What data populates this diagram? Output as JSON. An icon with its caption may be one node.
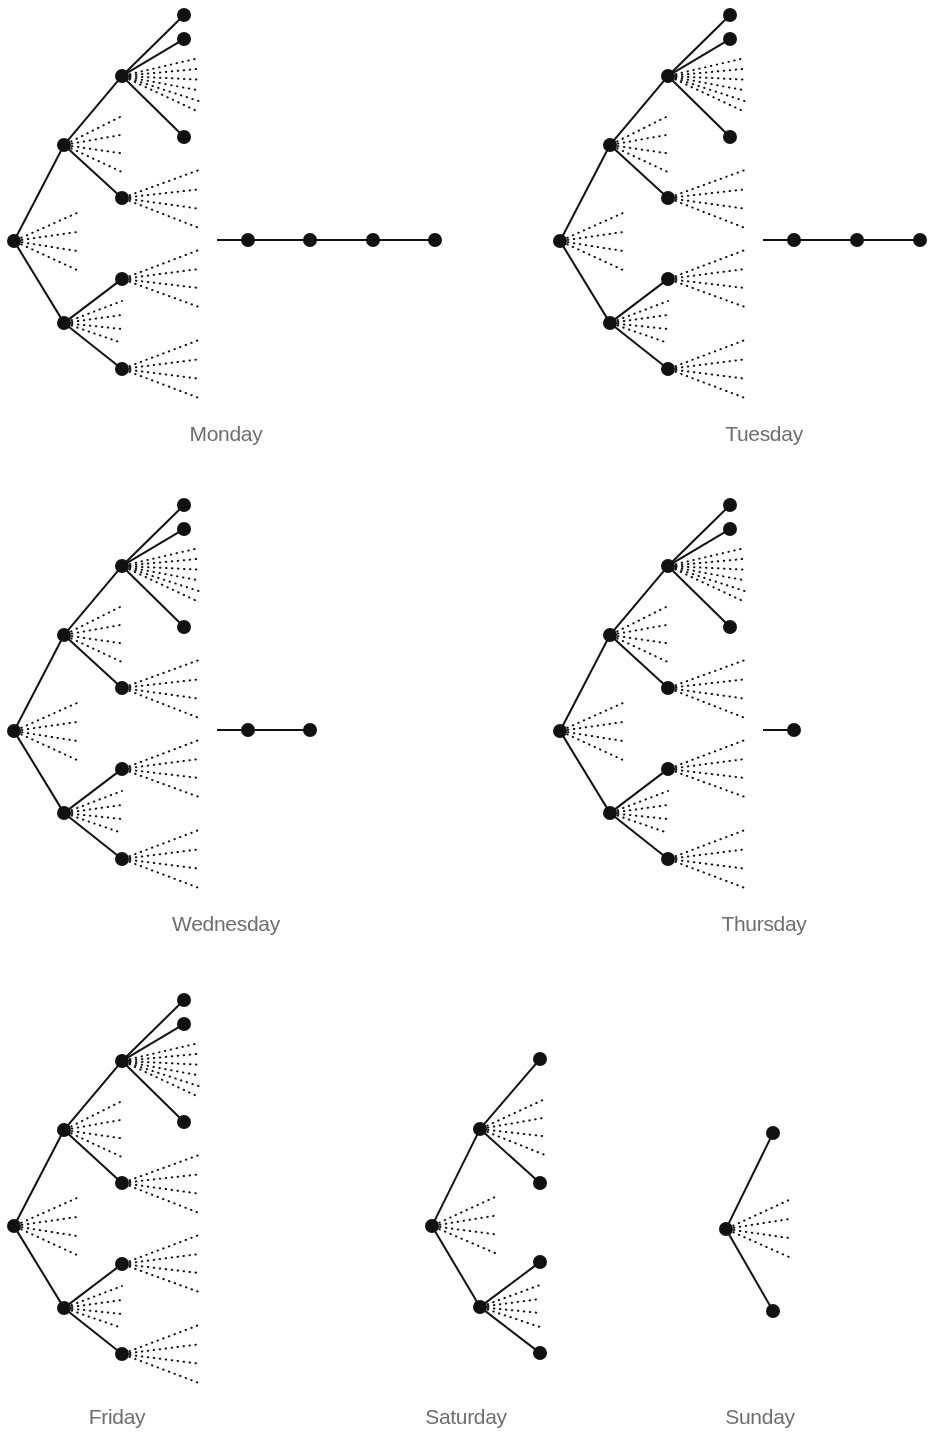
{
  "diagram": {
    "nodes": [
      {
        "text": [],
        "shape": "circle"
      },
      {
        "text": [],
        "shape": "circle"
      },
      {
        "text": [],
        "shape": "circle"
      },
      {
        "text": [],
        "shape": "circle"
      },
      {
        "text": [],
        "shape": "circle"
      },
      {
        "text": [],
        "shape": "circle"
      },
      {
        "text": [],
        "shape": "circle"
      },
      {
        "text": [],
        "shape": "circle"
      },
      {
        "text": [],
        "shape": "circle"
      },
      {
        "text": [],
        "shape": "circle"
      },
      {
        "text": [],
        "shape": "circle"
      },
      {
        "text": [],
        "shape": "circle"
      },
      {
        "text": [],
        "shape": "circle"
      },
      {
        "text": [],
        "shape": "circle"
      },
      {
        "text": [],
        "shape": "circle"
      },
      {
        "text": [],
        "shape": "circle"
      },
      {
        "text": [],
        "shape": "circle"
      },
      {
        "text": [],
        "shape": "circle"
      },
      {
        "text": [],
        "shape": "circle"
      },
      {
        "text": [],
        "shape": "circle"
      },
      {
        "text": [],
        "shape": "circle"
      },
      {
        "text": [],
        "shape": "circle"
      },
      {
        "text": [],
        "shape": "circle"
      },
      {
        "text": [],
        "shape": "circle"
      },
      {
        "text": [],
        "shape": "circle"
      },
      {
        "text": [],
        "shape": "circle"
      },
      {
        "text": [],
        "shape": "circle"
      },
      {
        "text": [],
        "shape": "circle"
      },
      {
        "text": [],
        "shape": "circle"
      },
      {
        "text": [],
        "shape": "circle"
      },
      {
        "text": [],
        "shape": "circle"
      },
      {
        "text": [],
        "shape": "circle"
      },
      {
        "text": [],
        "shape": "circle"
      },
      {
        "text": [],
        "shape": "circle"
      },
      {
        "text": [],
        "shape": "circle"
      },
      {
        "text": [],
        "shape": "circle"
      },
      {
        "text": [],
        "shape": "circle"
      },
      {
        "text": [],
        "shape": "circle"
      },
      {
        "text": [],
        "shape": "circle"
      },
      {
        "text": [],
        "shape": "circle"
      },
      {
        "text": [],
        "shape": "circle"
      },
      {
        "text": [],
        "shape": "circle"
      },
      {
        "text": [],
        "shape": "circle"
      },
      {
        "text": [],
        "shape": "circle"
      },
      {
        "text": [],
        "shape": "circle"
      },
      {
        "text": [],
        "shape": "circle"
      },
      {
        "text": [],
        "shape": "circle"
      },
      {
        "text": [],
        "shape": "circle"
      },
      {
        "text": [],
        "shape": "circle"
      },
      {
        "text": [],
        "shape": "circle"
      },
      {
        "text": [],
        "shape": "circle"
      },
      {
        "text": [],
        "shape": "circle"
      },
      {
        "text": [],
        "shape": "circle"
      },
      {
        "text": [],
        "shape": "circle"
      },
      {
        "text": [],
        "shape": "circle"
      },
      {
        "text": [],
        "shape": "circle"
      },
      {
        "text": [],
        "shape": "circle"
      },
      {
        "text": [],
        "shape": "circle"
      },
      {
        "text": [],
        "shape": "circle"
      },
      {
        "text": [],
        "shape": "circle"
      },
      {
        "text": [],
        "shape": "circle"
      },
      {
        "text": [],
        "shape": "circle"
      },
      {
        "text": [],
        "shape": "circle"
      },
      {
        "text": [],
        "shape": "circle"
      },
      {
        "text": [],
        "shape": "circle"
      },
      {
        "text": [],
        "shape": "circle"
      },
      {
        "text": [],
        "shape": "circle"
      },
      {
        "text": [],
        "shape": "circle"
      },
      {
        "text": [],
        "shape": "circle"
      },
      {
        "text": [],
        "shape": "circle"
      }
    ],
    "edges": [
      {
        "from": 0,
        "to": 1,
        "arrow": "none"
      },
      {
        "from": 1,
        "to": 2,
        "arrow": "none"
      },
      {
        "from": 2,
        "to": 3,
        "arrow": "none"
      },
      {
        "from": 2,
        "to": 4,
        "arrow": "none"
      },
      {
        "from": 2,
        "to": 5,
        "arrow": "none"
      },
      {
        "from": 1,
        "to": 6,
        "arrow": "none"
      },
      {
        "from": 0,
        "to": 7,
        "arrow": "none"
      },
      {
        "from": 7,
        "to": 8,
        "arrow": "none"
      },
      {
        "from": 7,
        "to": 9,
        "arrow": "none"
      },
      {
        "from": null,
        "to": 10,
        "arrow": "none"
      },
      {
        "from": 10,
        "to": 11,
        "arrow": "none"
      },
      {
        "from": 11,
        "to": 12,
        "arrow": "none"
      },
      {
        "from": 12,
        "to": 13,
        "arrow": "none"
      },
      {
        "from": 14,
        "to": 15,
        "arrow": "none"
      },
      {
        "from": 15,
        "to": 16,
        "arrow": "none"
      },
      {
        "from": 16,
        "to": 17,
        "arrow": "none"
      },
      {
        "from": 16,
        "to": 18,
        "arrow": "none"
      },
      {
        "from": 16,
        "to": 19,
        "arrow": "none"
      },
      {
        "from": 15,
        "to": 20,
        "arrow": "none"
      },
      {
        "from": 14,
        "to": 21,
        "arrow": "none"
      },
      {
        "from": 21,
        "to": 22,
        "arrow": "none"
      },
      {
        "from": 21,
        "to": 23,
        "arrow": "none"
      },
      {
        "from": null,
        "to": 24,
        "arrow": "none"
      },
      {
        "from": 24,
        "to": 25,
        "arrow": "none"
      },
      {
        "from": 25,
        "to": 26,
        "arrow": "none"
      },
      {
        "from": 27,
        "to": 28,
        "arrow": "none"
      },
      {
        "from": 28,
        "to": 29,
        "arrow": "none"
      },
      {
        "from": 29,
        "to": 30,
        "arrow": "none"
      },
      {
        "from": 29,
        "to": 31,
        "arrow": "none"
      },
      {
        "from": 29,
        "to": 32,
        "arrow": "none"
      },
      {
        "from": 28,
        "to": 33,
        "arrow": "none"
      },
      {
        "from": 27,
        "to": 34,
        "arrow": "none"
      },
      {
        "from": 34,
        "to": 35,
        "arrow": "none"
      },
      {
        "from": 34,
        "to": 36,
        "arrow": "none"
      },
      {
        "from": null,
        "to": 37,
        "arrow": "none"
      },
      {
        "from": 37,
        "to": 38,
        "arrow": "none"
      },
      {
        "from": 39,
        "to": 40,
        "arrow": "none"
      },
      {
        "from": 40,
        "to": 41,
        "arrow": "none"
      },
      {
        "from": 41,
        "to": 42,
        "arrow": "none"
      },
      {
        "from": 41,
        "to": 43,
        "arrow": "none"
      },
      {
        "from": 41,
        "to": 44,
        "arrow": "none"
      },
      {
        "from": 40,
        "to": 45,
        "arrow": "none"
      },
      {
        "from": 39,
        "to": 46,
        "arrow": "none"
      },
      {
        "from": 46,
        "to": 47,
        "arrow": "none"
      },
      {
        "from": 46,
        "to": 48,
        "arrow": "none"
      },
      {
        "from": null,
        "to": 49,
        "arrow": "none"
      },
      {
        "from": 50,
        "to": 51,
        "arrow": "none"
      },
      {
        "from": 51,
        "to": 52,
        "arrow": "none"
      },
      {
        "from": 52,
        "to": 53,
        "arrow": "none"
      },
      {
        "from": 52,
        "to": 54,
        "arrow": "none"
      },
      {
        "from": 52,
        "to": 55,
        "arrow": "none"
      },
      {
        "from": 51,
        "to": 56,
        "arrow": "none"
      },
      {
        "from": 50,
        "to": 57,
        "arrow": "none"
      },
      {
        "from": 57,
        "to": 58,
        "arrow": "none"
      },
      {
        "from": 57,
        "to": 59,
        "arrow": "none"
      },
      {
        "from": 60,
        "to": 61,
        "arrow": "none"
      },
      {
        "from": 61,
        "to": 62,
        "arrow": "none"
      },
      {
        "from": 61,
        "to": 63,
        "arrow": "none"
      },
      {
        "from": 60,
        "to": 64,
        "arrow": "none"
      },
      {
        "from": 64,
        "to": 65,
        "arrow": "none"
      },
      {
        "from": 64,
        "to": 66,
        "arrow": "none"
      },
      {
        "from": 67,
        "to": 68,
        "arrow": "none"
      },
      {
        "from": 67,
        "to": 69,
        "arrow": "none"
      }
    ],
    "labels": [
      "Monday",
      "Tuesday",
      "Wednesday",
      "Thursday",
      "Friday",
      "Saturday",
      "Sunday"
    ]
  }
}
